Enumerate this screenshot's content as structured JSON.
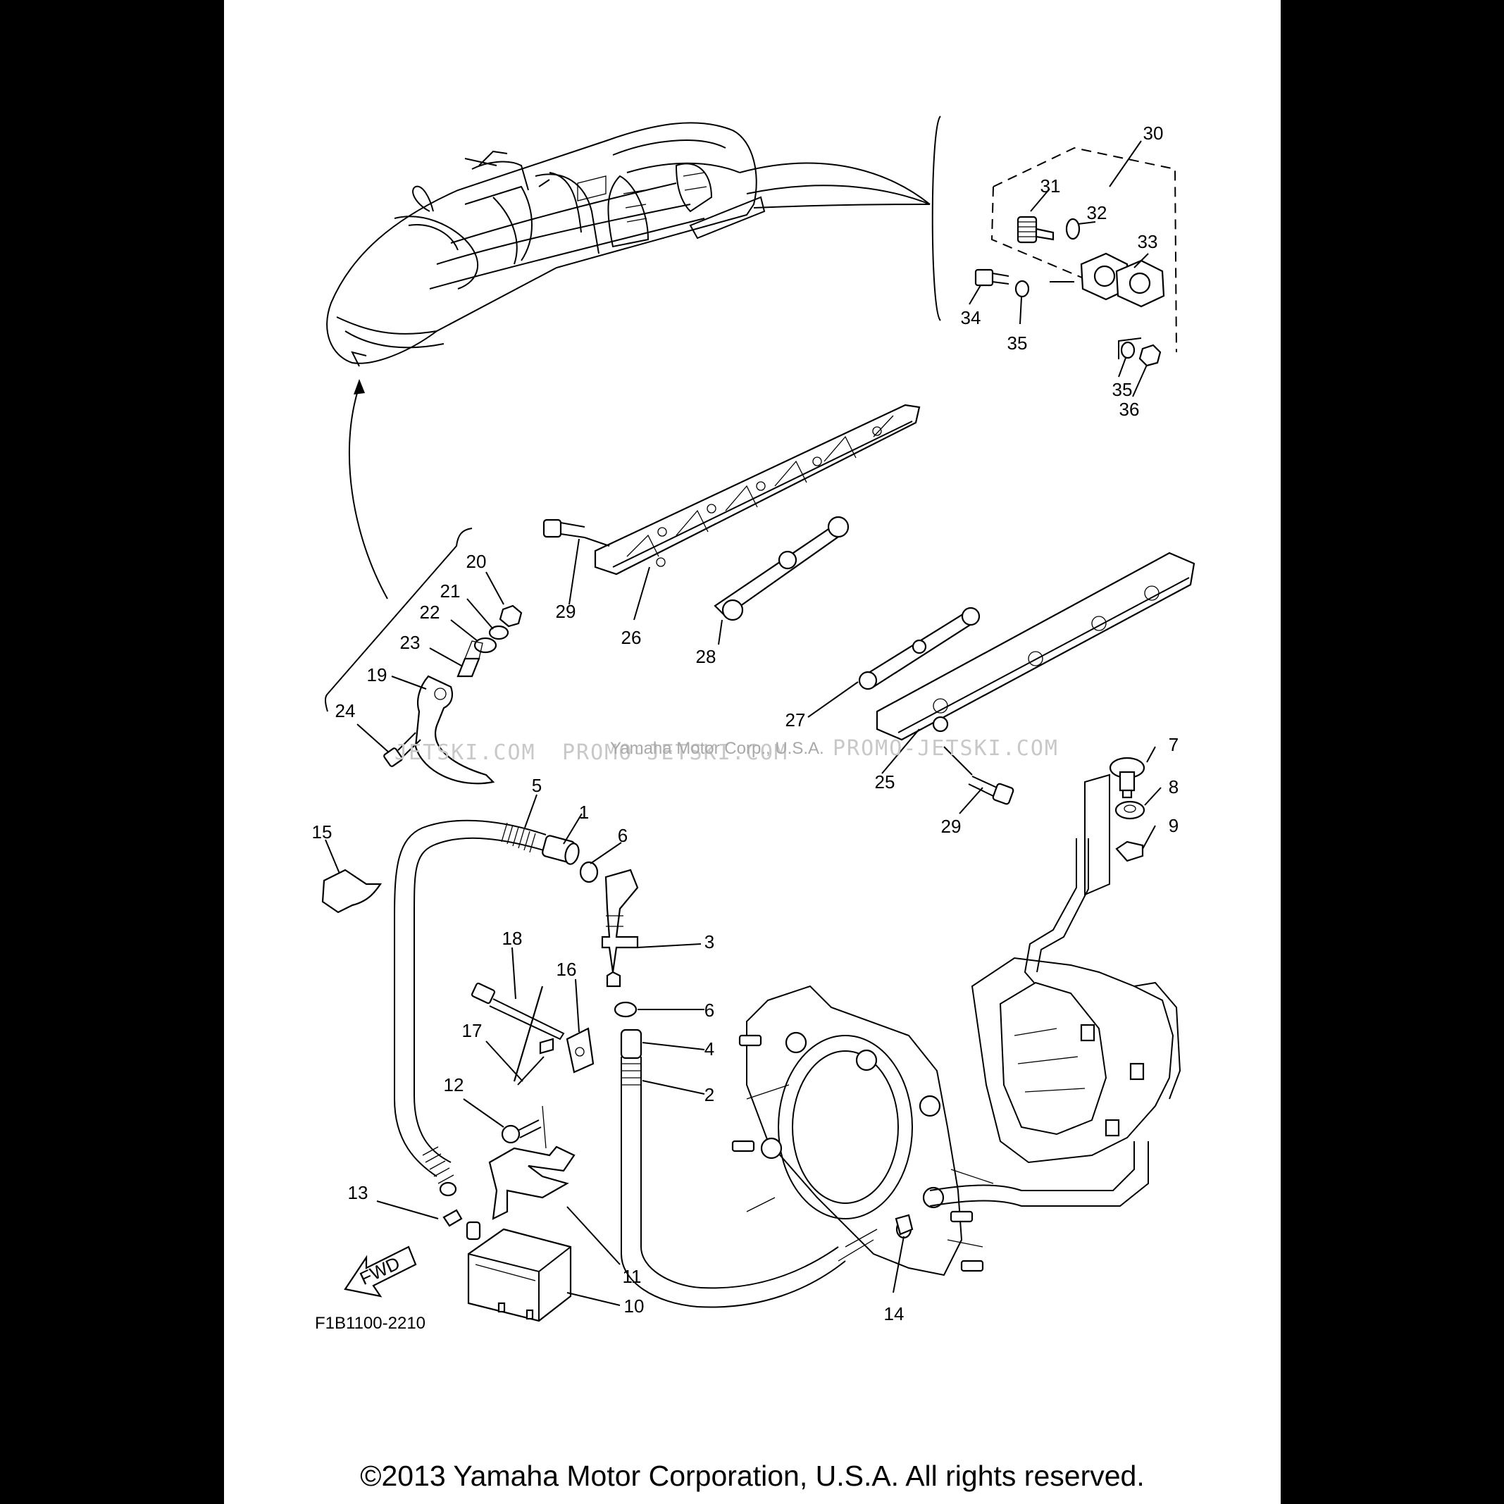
{
  "diagram_code": "F1B1100-2210",
  "copyright": "©2013 Yamaha Motor Corporation, U.S.A. All rights reserved.",
  "watermarks": {
    "site_left": "JETSKI.COM",
    "site_mid": "PROMO-JETSKI.COM",
    "site_right": "PROMO-JETSKI.COM",
    "owner": "Yamaha Motor Corp., U.S.A."
  },
  "fwd_label": "FWD",
  "callouts": [
    {
      "id": "30",
      "label": "30"
    },
    {
      "id": "31",
      "label": "31"
    },
    {
      "id": "32",
      "label": "32"
    },
    {
      "id": "33",
      "label": "33"
    },
    {
      "id": "34",
      "label": "34"
    },
    {
      "id": "35a",
      "label": "35"
    },
    {
      "id": "35b",
      "label": "35"
    },
    {
      "id": "36",
      "label": "36"
    },
    {
      "id": "20",
      "label": "20"
    },
    {
      "id": "21",
      "label": "21"
    },
    {
      "id": "22",
      "label": "22"
    },
    {
      "id": "23",
      "label": "23"
    },
    {
      "id": "19",
      "label": "19"
    },
    {
      "id": "24",
      "label": "24"
    },
    {
      "id": "29a",
      "label": "29"
    },
    {
      "id": "26",
      "label": "26"
    },
    {
      "id": "28",
      "label": "28"
    },
    {
      "id": "27",
      "label": "27"
    },
    {
      "id": "25",
      "label": "25"
    },
    {
      "id": "29b",
      "label": "29"
    },
    {
      "id": "7",
      "label": "7"
    },
    {
      "id": "8",
      "label": "8"
    },
    {
      "id": "9",
      "label": "9"
    },
    {
      "id": "5",
      "label": "5"
    },
    {
      "id": "1",
      "label": "1"
    },
    {
      "id": "6a",
      "label": "6"
    },
    {
      "id": "15",
      "label": "15"
    },
    {
      "id": "3",
      "label": "3"
    },
    {
      "id": "18",
      "label": "18"
    },
    {
      "id": "16",
      "label": "16"
    },
    {
      "id": "6b",
      "label": "6"
    },
    {
      "id": "17",
      "label": "17"
    },
    {
      "id": "4",
      "label": "4"
    },
    {
      "id": "2",
      "label": "2"
    },
    {
      "id": "12",
      "label": "12"
    },
    {
      "id": "13",
      "label": "13"
    },
    {
      "id": "11",
      "label": "11"
    },
    {
      "id": "10",
      "label": "10"
    },
    {
      "id": "14",
      "label": "14"
    }
  ]
}
